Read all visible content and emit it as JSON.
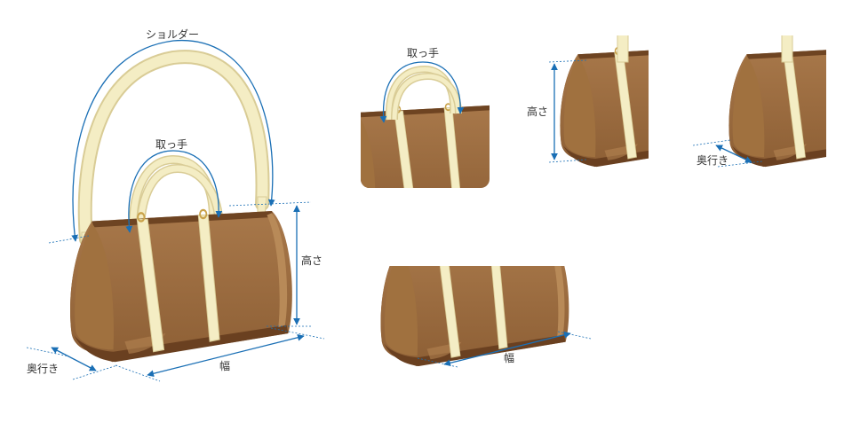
{
  "labels": {
    "shoulder": "ショルダー",
    "handle": "取っ手",
    "height": "高さ",
    "width": "幅",
    "depth": "奥行き"
  },
  "colors": {
    "bag_main": "#9b6b3f",
    "bag_dark": "#7a4f28",
    "bag_light": "#b48452",
    "strap": "#f4edc4",
    "strap_edge": "#d9cc96",
    "dimension_line": "#1a6fb5"
  }
}
